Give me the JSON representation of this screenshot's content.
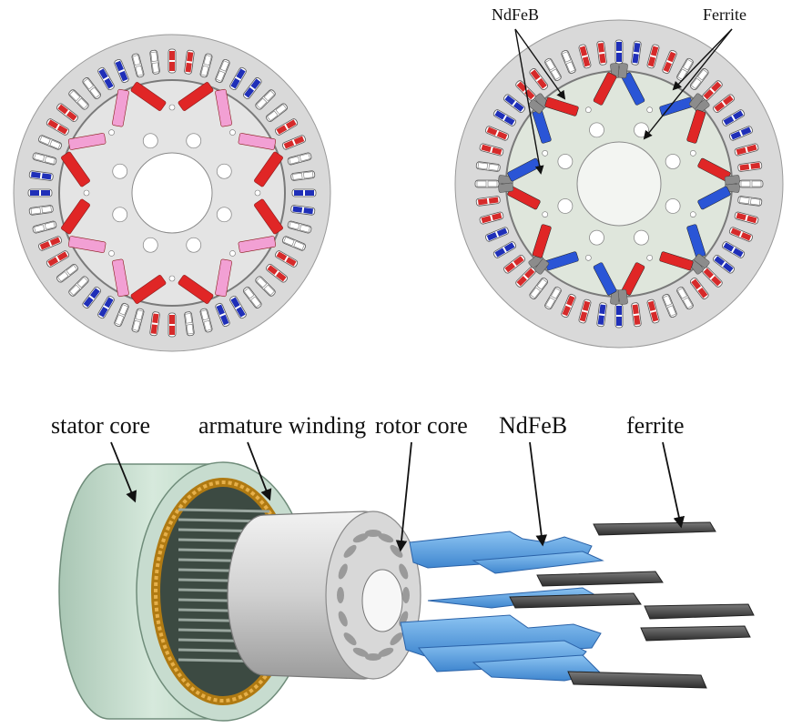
{
  "top_right_labels": {
    "magnet_a": "NdFeB",
    "magnet_b": "Ferrite"
  },
  "exploded_view_labels": {
    "stator_core": "stator core",
    "armature_winding": "armature winding",
    "rotor_core": "rotor core",
    "ndfeb": "NdFeB",
    "ferrite": "ferrite"
  },
  "colors": {
    "stator": "#d9d9d9",
    "rotor": "#e6e6e6",
    "rotor_tinted": "#dfe6dc",
    "coil_red": "#d62a2a",
    "coil_blue": "#1f2fb8",
    "magnet_red": "#e02626",
    "magnet_pink": "#f2a0d4",
    "magnet_blue": "#2a55d6",
    "magnet_gray": "#8c8c8c",
    "stator_core_green": "#cfe3d6",
    "winding_gold": "#c8901e",
    "ndfeb_3d": "#5ea8e8",
    "ferrite_3d": "#4a4a4a"
  }
}
